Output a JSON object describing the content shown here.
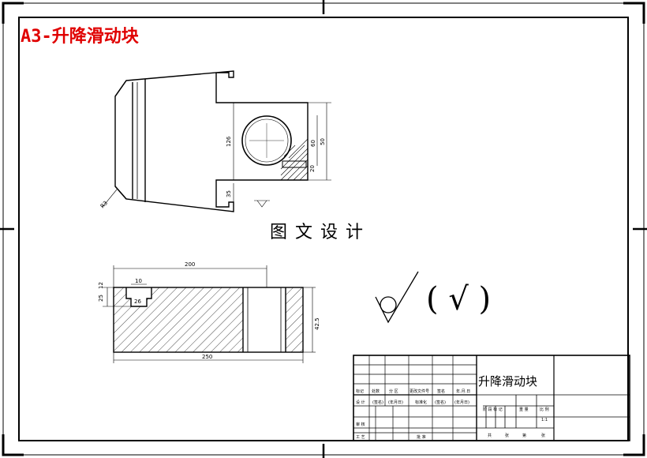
{
  "sheet": {
    "title": "A3-升降滑动块",
    "watermark": "图文设计",
    "roughness_note": "( √ )"
  },
  "top_view": {
    "dims": {
      "height_126": "126",
      "bore_60": "60",
      "height_50": "50",
      "slot_35": "35",
      "slot_20": "20",
      "radius": "R3"
    }
  },
  "front_view": {
    "dims": {
      "width_200": "200",
      "slot_10": "10",
      "slot_25": "25",
      "slot_12": "12",
      "slot_26": "26",
      "length_250": "250",
      "height_42_5": "42.5"
    }
  },
  "title_block": {
    "part_name": "升降滑动块",
    "row_labels": {
      "biaoji": "标记",
      "chushu": "处数",
      "fenqu": "分 区",
      "gengwen": "更改文件号",
      "qianming": "签名",
      "date": "年.月.日",
      "sheji": "设 计",
      "qianming2": "(签名)",
      "date2": "(年月日)",
      "biaozhun": "标准化",
      "qianming3": "(签名)",
      "date3": "(年月日)",
      "shenhe": "审 核",
      "gongyi": "工 艺",
      "pizhun": "批 准"
    },
    "right_labels": {
      "jieduan": "阶 段 标 记",
      "zhongliang": "重 量",
      "bili": "比 例",
      "scale": "1:1",
      "gong": "共",
      "zhang": "张",
      "di": "第",
      "zhang2": "张"
    }
  }
}
